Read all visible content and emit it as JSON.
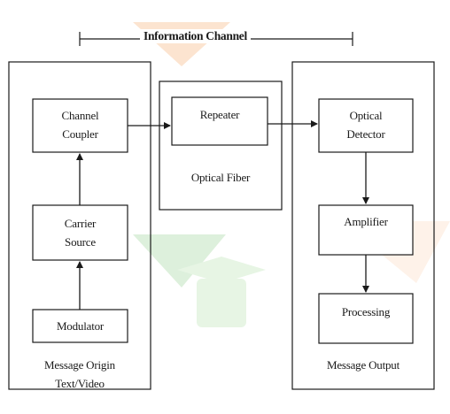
{
  "title": "Information Channel",
  "sections": {
    "transmitter_caption": [
      "Message Origin",
      "Text/Video"
    ],
    "channel_caption": "Optical Fiber",
    "receiver_caption": "Message Output"
  },
  "blocks": {
    "channel_coupler": [
      "Channel",
      "Coupler"
    ],
    "carrier_source": [
      "Carrier",
      "Source"
    ],
    "modulator": "Modulator",
    "repeater": "Repeater",
    "optical_detector": [
      "Optical",
      "Detector"
    ],
    "amplifier": "Amplifier",
    "processing": "Processing"
  },
  "colors": {
    "stroke": "#1a1a1a",
    "watermark_orange": "#f6b27a",
    "watermark_green": "#9ed39a"
  }
}
